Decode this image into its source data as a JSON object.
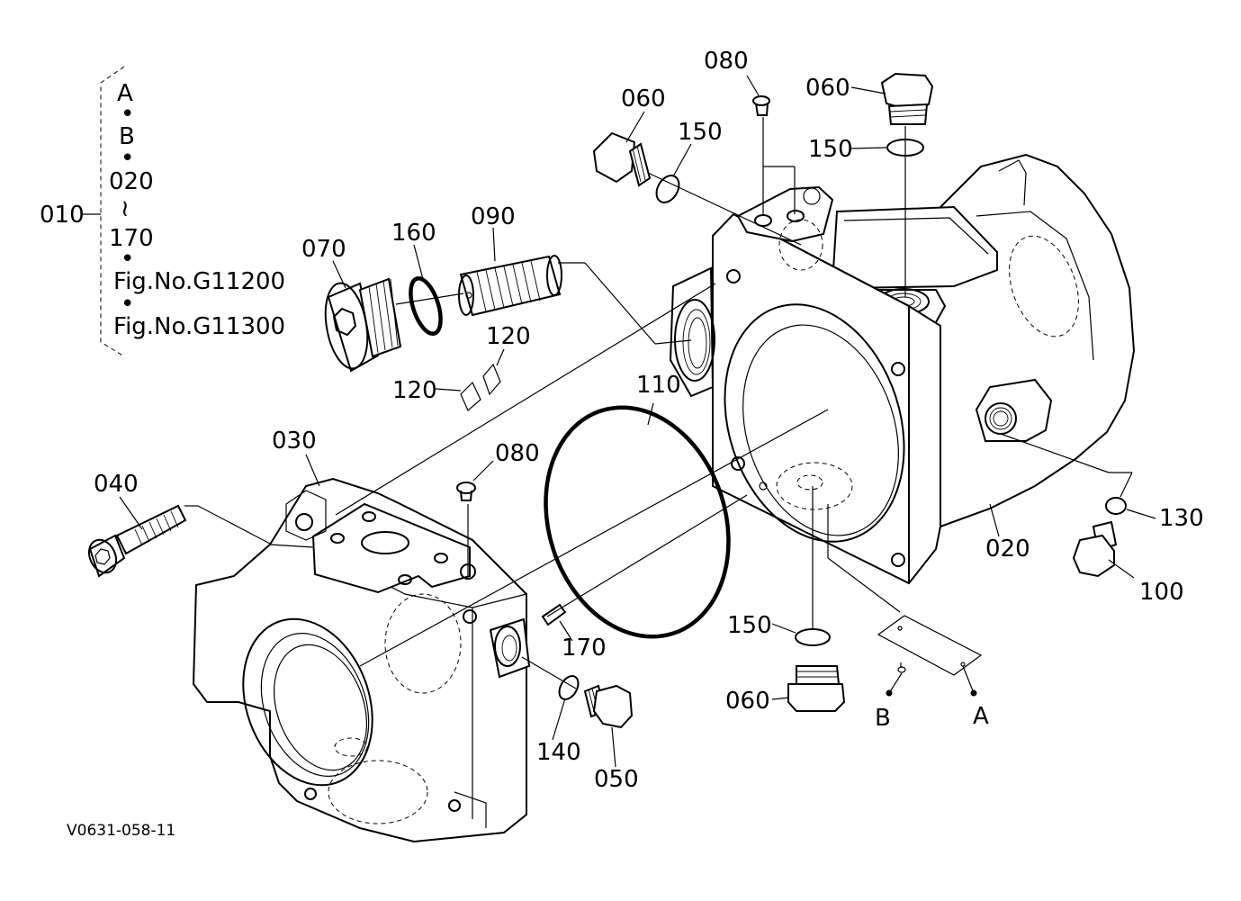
{
  "legend": {
    "parent_label": "010",
    "lines": [
      "A",
      "•",
      "B",
      "•",
      "020",
      "≀",
      "170",
      "•",
      "Fig.No.G11200",
      "•",
      "Fig.No.G11300"
    ]
  },
  "callouts": {
    "c020": "020",
    "c030": "030",
    "c040": "040",
    "c050": "050",
    "c060_top_left": "060",
    "c060_top_right": "060",
    "c060_bottom": "060",
    "c070": "070",
    "c080_top": "080",
    "c080_mid": "080",
    "c090": "090",
    "c100": "100",
    "c110": "110",
    "c120_upper": "120",
    "c120_lower": "120",
    "c130": "130",
    "c140": "140",
    "c150_left": "150",
    "c150_right": "150",
    "c150_bottom": "150",
    "c160": "160",
    "c170": "170",
    "point_a": "A",
    "point_b": "B"
  },
  "figure_code": "V0631-058-11"
}
